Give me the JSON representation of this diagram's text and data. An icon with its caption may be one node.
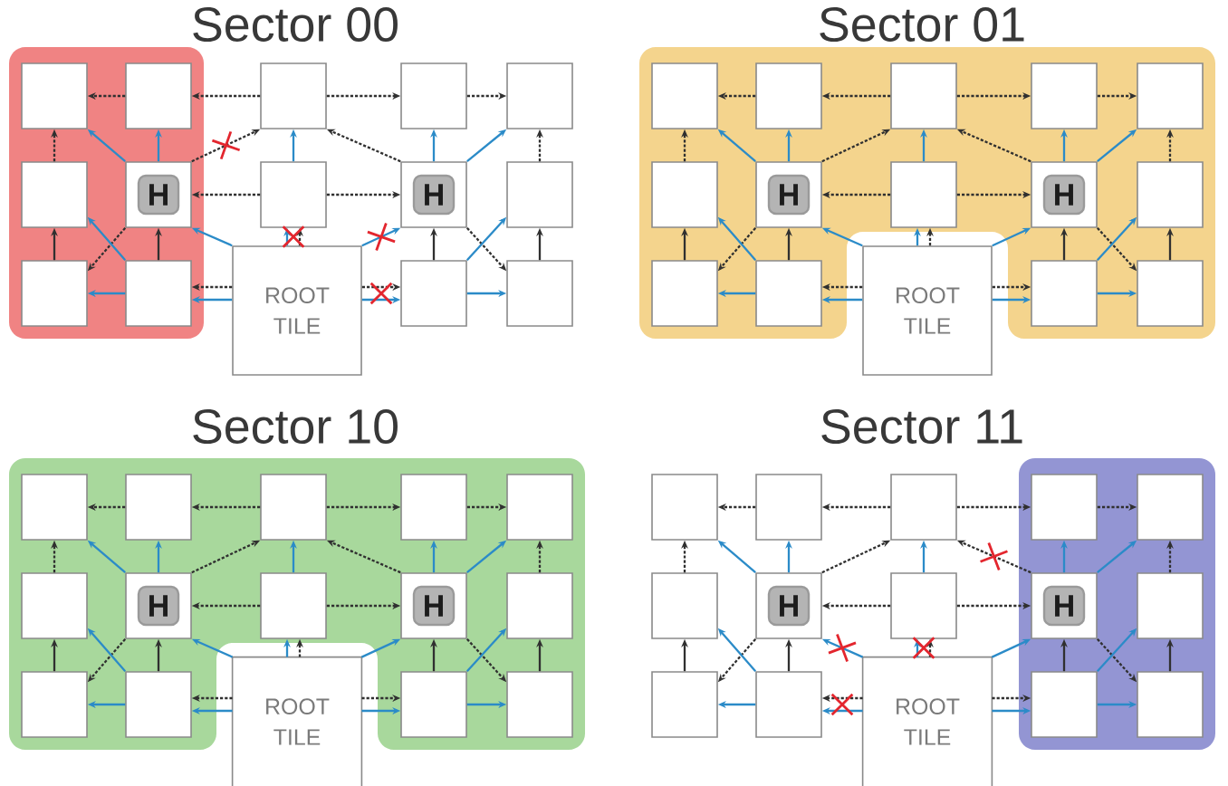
{
  "diagram": {
    "nodes": [
      {
        "text": [],
        "shape": "box"
      },
      {
        "text": [],
        "shape": "box",
        "in": 0
      },
      {
        "text": [],
        "shape": "box",
        "in": 0
      },
      {
        "text": [],
        "shape": "box"
      },
      {
        "text": [],
        "shape": "box"
      },
      {
        "text": [],
        "shape": "box"
      },
      {
        "text": [],
        "shape": "box",
        "in": 0
      },
      {
        "text": [
          "H"
        ],
        "in": 0
      },
      {
        "text": [],
        "shape": "box"
      },
      {
        "text": [
          "H"
        ]
      },
      {
        "text": [],
        "shape": "box"
      },
      {
        "text": [],
        "shape": "box",
        "in": 0
      },
      {
        "text": [],
        "shape": "box",
        "in": 0
      },
      {
        "text": [
          "ROOT TILE"
        ]
      },
      {
        "text": [],
        "shape": "box"
      },
      {
        "text": [],
        "shape": "box"
      },
      {
        "text": [],
        "shape": "box"
      },
      {
        "text": [],
        "shape": "box",
        "in": 16
      },
      {
        "text": [],
        "shape": "box",
        "in": 16
      },
      {
        "text": [],
        "shape": "box",
        "in": 16
      },
      {
        "text": [],
        "shape": "box",
        "in": 16
      },
      {
        "text": [],
        "shape": "box",
        "in": 16
      },
      {
        "text": [],
        "shape": "box",
        "in": 16
      },
      {
        "text": [
          "H"
        ],
        "in": 16
      },
      {
        "text": [],
        "shape": "box",
        "in": 16
      },
      {
        "text": [
          "H"
        ],
        "in": 16
      },
      {
        "text": [],
        "shape": "box",
        "in": 16
      },
      {
        "text": [],
        "shape": "box",
        "in": 16
      },
      {
        "text": [],
        "shape": "box",
        "in": 16
      },
      {
        "text": [
          "ROOT TILE"
        ]
      },
      {
        "text": [],
        "shape": "box",
        "in": 16
      },
      {
        "text": [],
        "shape": "box",
        "in": 16
      },
      {
        "text": [],
        "shape": "box"
      },
      {
        "text": [],
        "shape": "box",
        "in": 32
      },
      {
        "text": [],
        "shape": "box",
        "in": 32
      },
      {
        "text": [],
        "shape": "box",
        "in": 32
      },
      {
        "text": [],
        "shape": "box",
        "in": 32
      },
      {
        "text": [],
        "shape": "box",
        "in": 32
      },
      {
        "text": [],
        "shape": "box",
        "in": 32
      },
      {
        "text": [
          "H"
        ],
        "in": 32
      },
      {
        "text": [],
        "shape": "box",
        "in": 32
      },
      {
        "text": [
          "H"
        ],
        "in": 32
      },
      {
        "text": [],
        "shape": "box",
        "in": 32
      },
      {
        "text": [],
        "shape": "box",
        "in": 32
      },
      {
        "text": [],
        "shape": "box",
        "in": 32
      },
      {
        "text": [
          "ROOT TILE"
        ]
      },
      {
        "text": [],
        "shape": "box",
        "in": 32
      },
      {
        "text": [],
        "shape": "box",
        "in": 32
      },
      {
        "text": [],
        "shape": "box"
      },
      {
        "text": [],
        "shape": "box"
      },
      {
        "text": [],
        "shape": "box"
      },
      {
        "text": [],
        "shape": "box"
      },
      {
        "text": [],
        "shape": "box",
        "in": 48
      },
      {
        "text": [],
        "shape": "box",
        "in": 48
      },
      {
        "text": [],
        "shape": "box"
      },
      {
        "text": [
          "H"
        ]
      },
      {
        "text": [],
        "shape": "box"
      },
      {
        "text": [
          "H"
        ],
        "in": 48
      },
      {
        "text": [],
        "shape": "box",
        "in": 48
      },
      {
        "text": [],
        "shape": "box"
      },
      {
        "text": [],
        "shape": "box"
      },
      {
        "text": [
          "ROOT TILE"
        ]
      },
      {
        "text": [],
        "shape": "box",
        "in": 48
      },
      {
        "text": [],
        "shape": "box",
        "in": 48
      }
    ],
    "edges": [
      {
        "from": 2,
        "to": 1,
        "arrow": "to",
        "style": "dashed"
      },
      {
        "from": 3,
        "to": 2,
        "arrow": "to",
        "style": "dashed"
      },
      {
        "from": 3,
        "to": 4,
        "arrow": "to",
        "style": "dashed"
      },
      {
        "from": 4,
        "to": 5,
        "arrow": "to",
        "style": "dashed"
      },
      {
        "from": 6,
        "to": 1,
        "arrow": "to",
        "style": "dashed"
      },
      {
        "from": 11,
        "to": 6,
        "arrow": "to"
      },
      {
        "from": 12,
        "to": 7,
        "arrow": "to"
      },
      {
        "from": 14,
        "to": 9,
        "arrow": "to"
      },
      {
        "from": 15,
        "to": 10,
        "arrow": "to"
      },
      {
        "from": 10,
        "to": 5,
        "arrow": "to",
        "style": "dashed"
      },
      {
        "from": 7,
        "to": 3,
        "arrow": "to",
        "style": "dashed"
      },
      {
        "from": 9,
        "to": 3,
        "arrow": "to",
        "style": "dashed"
      },
      {
        "from": 8,
        "to": 7,
        "arrow": "to",
        "style": "dashed"
      },
      {
        "from": 8,
        "to": 9,
        "arrow": "to",
        "style": "dashed"
      },
      {
        "from": 7,
        "to": 11,
        "arrow": "to",
        "style": "dashed"
      },
      {
        "from": 9,
        "to": 15,
        "arrow": "to",
        "style": "dashed"
      },
      {
        "from": 13,
        "to": 8,
        "arrow": "to",
        "style": "dashed"
      },
      {
        "from": 13,
        "to": 12,
        "arrow": "to",
        "style": "dashed"
      },
      {
        "from": 13,
        "to": 14,
        "arrow": "to",
        "style": "dashed"
      },
      {
        "from": 7,
        "to": 1,
        "arrow": "to",
        "color": "#2b8bc8"
      },
      {
        "from": 7,
        "to": 2,
        "arrow": "to",
        "color": "#2b8bc8"
      },
      {
        "from": 12,
        "to": 6,
        "arrow": "to",
        "color": "#2b8bc8"
      },
      {
        "from": 12,
        "to": 11,
        "arrow": "to",
        "color": "#2b8bc8"
      },
      {
        "from": 13,
        "to": 7,
        "arrow": "to",
        "color": "#2b8bc8"
      },
      {
        "from": 13,
        "to": 12,
        "arrow": "to",
        "color": "#2b8bc8"
      },
      {
        "from": 13,
        "to": 8,
        "arrow": "to",
        "color": "#2b8bc8"
      },
      {
        "from": 8,
        "to": 3,
        "arrow": "to",
        "color": "#2b8bc8"
      },
      {
        "from": 13,
        "to": 9,
        "arrow": "to",
        "color": "#2b8bc8"
      },
      {
        "from": 13,
        "to": 14,
        "arrow": "to",
        "color": "#2b8bc8"
      },
      {
        "from": 9,
        "to": 4,
        "arrow": "to",
        "color": "#2b8bc8"
      },
      {
        "from": 9,
        "to": 5,
        "arrow": "to",
        "color": "#2b8bc8"
      },
      {
        "from": 14,
        "to": 10,
        "arrow": "to",
        "color": "#2b8bc8"
      },
      {
        "from": 14,
        "to": 15,
        "arrow": "to",
        "color": "#2b8bc8"
      },
      {
        "from": 18,
        "to": 17,
        "arrow": "to",
        "style": "dashed"
      },
      {
        "from": 19,
        "to": 18,
        "arrow": "to",
        "style": "dashed"
      },
      {
        "from": 19,
        "to": 20,
        "arrow": "to",
        "style": "dashed"
      },
      {
        "from": 20,
        "to": 21,
        "arrow": "to",
        "style": "dashed"
      },
      {
        "from": 22,
        "to": 17,
        "arrow": "to",
        "style": "dashed"
      },
      {
        "from": 27,
        "to": 22,
        "arrow": "to"
      },
      {
        "from": 28,
        "to": 23,
        "arrow": "to"
      },
      {
        "from": 30,
        "to": 25,
        "arrow": "to"
      },
      {
        "from": 31,
        "to": 26,
        "arrow": "to"
      },
      {
        "from": 26,
        "to": 21,
        "arrow": "to",
        "style": "dashed"
      },
      {
        "from": 23,
        "to": 19,
        "arrow": "to",
        "style": "dashed"
      },
      {
        "from": 25,
        "to": 19,
        "arrow": "to",
        "style": "dashed"
      },
      {
        "from": 24,
        "to": 23,
        "arrow": "to",
        "style": "dashed"
      },
      {
        "from": 24,
        "to": 25,
        "arrow": "to",
        "style": "dashed"
      },
      {
        "from": 23,
        "to": 27,
        "arrow": "to",
        "style": "dashed"
      },
      {
        "from": 25,
        "to": 31,
        "arrow": "to",
        "style": "dashed"
      },
      {
        "from": 29,
        "to": 24,
        "arrow": "to",
        "style": "dashed"
      },
      {
        "from": 29,
        "to": 28,
        "arrow": "to",
        "style": "dashed"
      },
      {
        "from": 29,
        "to": 30,
        "arrow": "to",
        "style": "dashed"
      },
      {
        "from": 23,
        "to": 17,
        "arrow": "to",
        "color": "#2b8bc8"
      },
      {
        "from": 23,
        "to": 18,
        "arrow": "to",
        "color": "#2b8bc8"
      },
      {
        "from": 28,
        "to": 22,
        "arrow": "to",
        "color": "#2b8bc8"
      },
      {
        "from": 28,
        "to": 27,
        "arrow": "to",
        "color": "#2b8bc8"
      },
      {
        "from": 29,
        "to": 23,
        "arrow": "to",
        "color": "#2b8bc8"
      },
      {
        "from": 29,
        "to": 28,
        "arrow": "to",
        "color": "#2b8bc8"
      },
      {
        "from": 29,
        "to": 24,
        "arrow": "to",
        "color": "#2b8bc8"
      },
      {
        "from": 24,
        "to": 19,
        "arrow": "to",
        "color": "#2b8bc8"
      },
      {
        "from": 29,
        "to": 25,
        "arrow": "to",
        "color": "#2b8bc8"
      },
      {
        "from": 29,
        "to": 30,
        "arrow": "to",
        "color": "#2b8bc8"
      },
      {
        "from": 25,
        "to": 20,
        "arrow": "to",
        "color": "#2b8bc8"
      },
      {
        "from": 25,
        "to": 21,
        "arrow": "to",
        "color": "#2b8bc8"
      },
      {
        "from": 30,
        "to": 26,
        "arrow": "to",
        "color": "#2b8bc8"
      },
      {
        "from": 30,
        "to": 31,
        "arrow": "to",
        "color": "#2b8bc8"
      },
      {
        "from": 34,
        "to": 33,
        "arrow": "to",
        "style": "dashed"
      },
      {
        "from": 35,
        "to": 34,
        "arrow": "to",
        "style": "dashed"
      },
      {
        "from": 35,
        "to": 36,
        "arrow": "to",
        "style": "dashed"
      },
      {
        "from": 36,
        "to": 37,
        "arrow": "to",
        "style": "dashed"
      },
      {
        "from": 38,
        "to": 33,
        "arrow": "to",
        "style": "dashed"
      },
      {
        "from": 43,
        "to": 38,
        "arrow": "to"
      },
      {
        "from": 44,
        "to": 39,
        "arrow": "to"
      },
      {
        "from": 46,
        "to": 41,
        "arrow": "to"
      },
      {
        "from": 47,
        "to": 42,
        "arrow": "to"
      },
      {
        "from": 42,
        "to": 37,
        "arrow": "to",
        "style": "dashed"
      },
      {
        "from": 39,
        "to": 35,
        "arrow": "to",
        "style": "dashed"
      },
      {
        "from": 41,
        "to": 35,
        "arrow": "to",
        "style": "dashed"
      },
      {
        "from": 40,
        "to": 39,
        "arrow": "to",
        "style": "dashed"
      },
      {
        "from": 40,
        "to": 41,
        "arrow": "to",
        "style": "dashed"
      },
      {
        "from": 39,
        "to": 43,
        "arrow": "to",
        "style": "dashed"
      },
      {
        "from": 41,
        "to": 47,
        "arrow": "to",
        "style": "dashed"
      },
      {
        "from": 45,
        "to": 40,
        "arrow": "to",
        "style": "dashed"
      },
      {
        "from": 45,
        "to": 44,
        "arrow": "to",
        "style": "dashed"
      },
      {
        "from": 45,
        "to": 46,
        "arrow": "to",
        "style": "dashed"
      },
      {
        "from": 39,
        "to": 33,
        "arrow": "to",
        "color": "#2b8bc8"
      },
      {
        "from": 39,
        "to": 34,
        "arrow": "to",
        "color": "#2b8bc8"
      },
      {
        "from": 44,
        "to": 38,
        "arrow": "to",
        "color": "#2b8bc8"
      },
      {
        "from": 44,
        "to": 43,
        "arrow": "to",
        "color": "#2b8bc8"
      },
      {
        "from": 45,
        "to": 39,
        "arrow": "to",
        "color": "#2b8bc8"
      },
      {
        "from": 45,
        "to": 44,
        "arrow": "to",
        "color": "#2b8bc8"
      },
      {
        "from": 45,
        "to": 40,
        "arrow": "to",
        "color": "#2b8bc8"
      },
      {
        "from": 40,
        "to": 35,
        "arrow": "to",
        "color": "#2b8bc8"
      },
      {
        "from": 45,
        "to": 41,
        "arrow": "to",
        "color": "#2b8bc8"
      },
      {
        "from": 45,
        "to": 46,
        "arrow": "to",
        "color": "#2b8bc8"
      },
      {
        "from": 41,
        "to": 36,
        "arrow": "to",
        "color": "#2b8bc8"
      },
      {
        "from": 41,
        "to": 37,
        "arrow": "to",
        "color": "#2b8bc8"
      },
      {
        "from": 46,
        "to": 42,
        "arrow": "to",
        "color": "#2b8bc8"
      },
      {
        "from": 46,
        "to": 47,
        "arrow": "to",
        "color": "#2b8bc8"
      },
      {
        "from": 50,
        "to": 49,
        "arrow": "to",
        "style": "dashed"
      },
      {
        "from": 51,
        "to": 50,
        "arrow": "to",
        "style": "dashed"
      },
      {
        "from": 51,
        "to": 52,
        "arrow": "to",
        "style": "dashed"
      },
      {
        "from": 52,
        "to": 53,
        "arrow": "to",
        "style": "dashed"
      },
      {
        "from": 54,
        "to": 49,
        "arrow": "to",
        "style": "dashed"
      },
      {
        "from": 59,
        "to": 54,
        "arrow": "to"
      },
      {
        "from": 60,
        "to": 55,
        "arrow": "to"
      },
      {
        "from": 62,
        "to": 57,
        "arrow": "to"
      },
      {
        "from": 63,
        "to": 58,
        "arrow": "to"
      },
      {
        "from": 58,
        "to": 53,
        "arrow": "to",
        "style": "dashed"
      },
      {
        "from": 55,
        "to": 51,
        "arrow": "to",
        "style": "dashed"
      },
      {
        "from": 57,
        "to": 51,
        "arrow": "to",
        "style": "dashed"
      },
      {
        "from": 56,
        "to": 55,
        "arrow": "to",
        "style": "dashed"
      },
      {
        "from": 56,
        "to": 57,
        "arrow": "to",
        "style": "dashed"
      },
      {
        "from": 55,
        "to": 59,
        "arrow": "to",
        "style": "dashed"
      },
      {
        "from": 57,
        "to": 63,
        "arrow": "to",
        "style": "dashed"
      },
      {
        "from": 61,
        "to": 56,
        "arrow": "to",
        "style": "dashed"
      },
      {
        "from": 61,
        "to": 60,
        "arrow": "to",
        "style": "dashed"
      },
      {
        "from": 61,
        "to": 62,
        "arrow": "to",
        "style": "dashed"
      },
      {
        "from": 55,
        "to": 49,
        "arrow": "to",
        "color": "#2b8bc8"
      },
      {
        "from": 55,
        "to": 50,
        "arrow": "to",
        "color": "#2b8bc8"
      },
      {
        "from": 60,
        "to": 54,
        "arrow": "to",
        "color": "#2b8bc8"
      },
      {
        "from": 60,
        "to": 59,
        "arrow": "to",
        "color": "#2b8bc8"
      },
      {
        "from": 61,
        "to": 55,
        "arrow": "to",
        "color": "#2b8bc8"
      },
      {
        "from": 61,
        "to": 60,
        "arrow": "to",
        "color": "#2b8bc8"
      },
      {
        "from": 61,
        "to": 56,
        "arrow": "to",
        "color": "#2b8bc8"
      },
      {
        "from": 56,
        "to": 51,
        "arrow": "to",
        "color": "#2b8bc8"
      },
      {
        "from": 61,
        "to": 57,
        "arrow": "to",
        "color": "#2b8bc8"
      },
      {
        "from": 61,
        "to": 62,
        "arrow": "to",
        "color": "#2b8bc8"
      },
      {
        "from": 57,
        "to": 52,
        "arrow": "to",
        "color": "#2b8bc8"
      },
      {
        "from": 57,
        "to": 53,
        "arrow": "to",
        "color": "#2b8bc8"
      },
      {
        "from": 62,
        "to": 58,
        "arrow": "to",
        "color": "#2b8bc8"
      },
      {
        "from": 62,
        "to": 63,
        "arrow": "to",
        "color": "#2b8bc8"
      }
    ],
    "labels": [
      "Sector 00",
      "Sector 01",
      "Sector 10",
      "Sector 11"
    ]
  }
}
